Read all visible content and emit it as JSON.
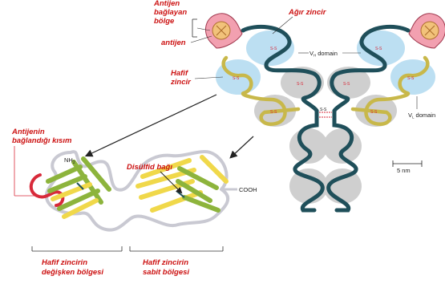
{
  "labels": {
    "antigen_binding_region_line1": "Antijen",
    "antigen_binding_region_line2": "bağlayan",
    "antigen_binding_region_line3": "bölge",
    "antigen": "antijen",
    "heavy_chain": "Ağır zincir",
    "light_chain_line1": "Hafif",
    "light_chain_line2": "zincir",
    "vh_domain_prefix": "V",
    "vh_domain_sub": "H",
    "vh_domain_suffix": "domain",
    "vl_domain_prefix": "V",
    "vl_domain_sub": "L",
    "vl_domain_suffix": "domain",
    "antigen_binding_part_line1": "Antijenin",
    "antigen_binding_part_line2": "bağlandığı kısım",
    "nh2": "NH",
    "nh2_sub": "2",
    "cooh": "COOH",
    "disulfide_bond": "Disülfid bağı",
    "scale": "5 nm",
    "variable_region_line1": "Hafif zincirin",
    "variable_region_line2": "değişken bölgesi",
    "constant_region_line1": "Hafif zincirin",
    "constant_region_line2": "sabit bölgesi",
    "ss": "S-S"
  },
  "colors": {
    "label_red": "#cc1111",
    "heavy_chain": "#1f4f5a",
    "light_chain": "#c8b84a",
    "variable_domain_bg": "#bcdff2",
    "constant_domain_bg": "#cfcfcf",
    "antigen_hand": "#f2a0b0",
    "antigen_ball": "#f2c27a",
    "beta_green": "#8db43c",
    "beta_yellow": "#f0d84a",
    "loop_gray": "#c9c9d2",
    "binding_red": "#d82a3a"
  }
}
